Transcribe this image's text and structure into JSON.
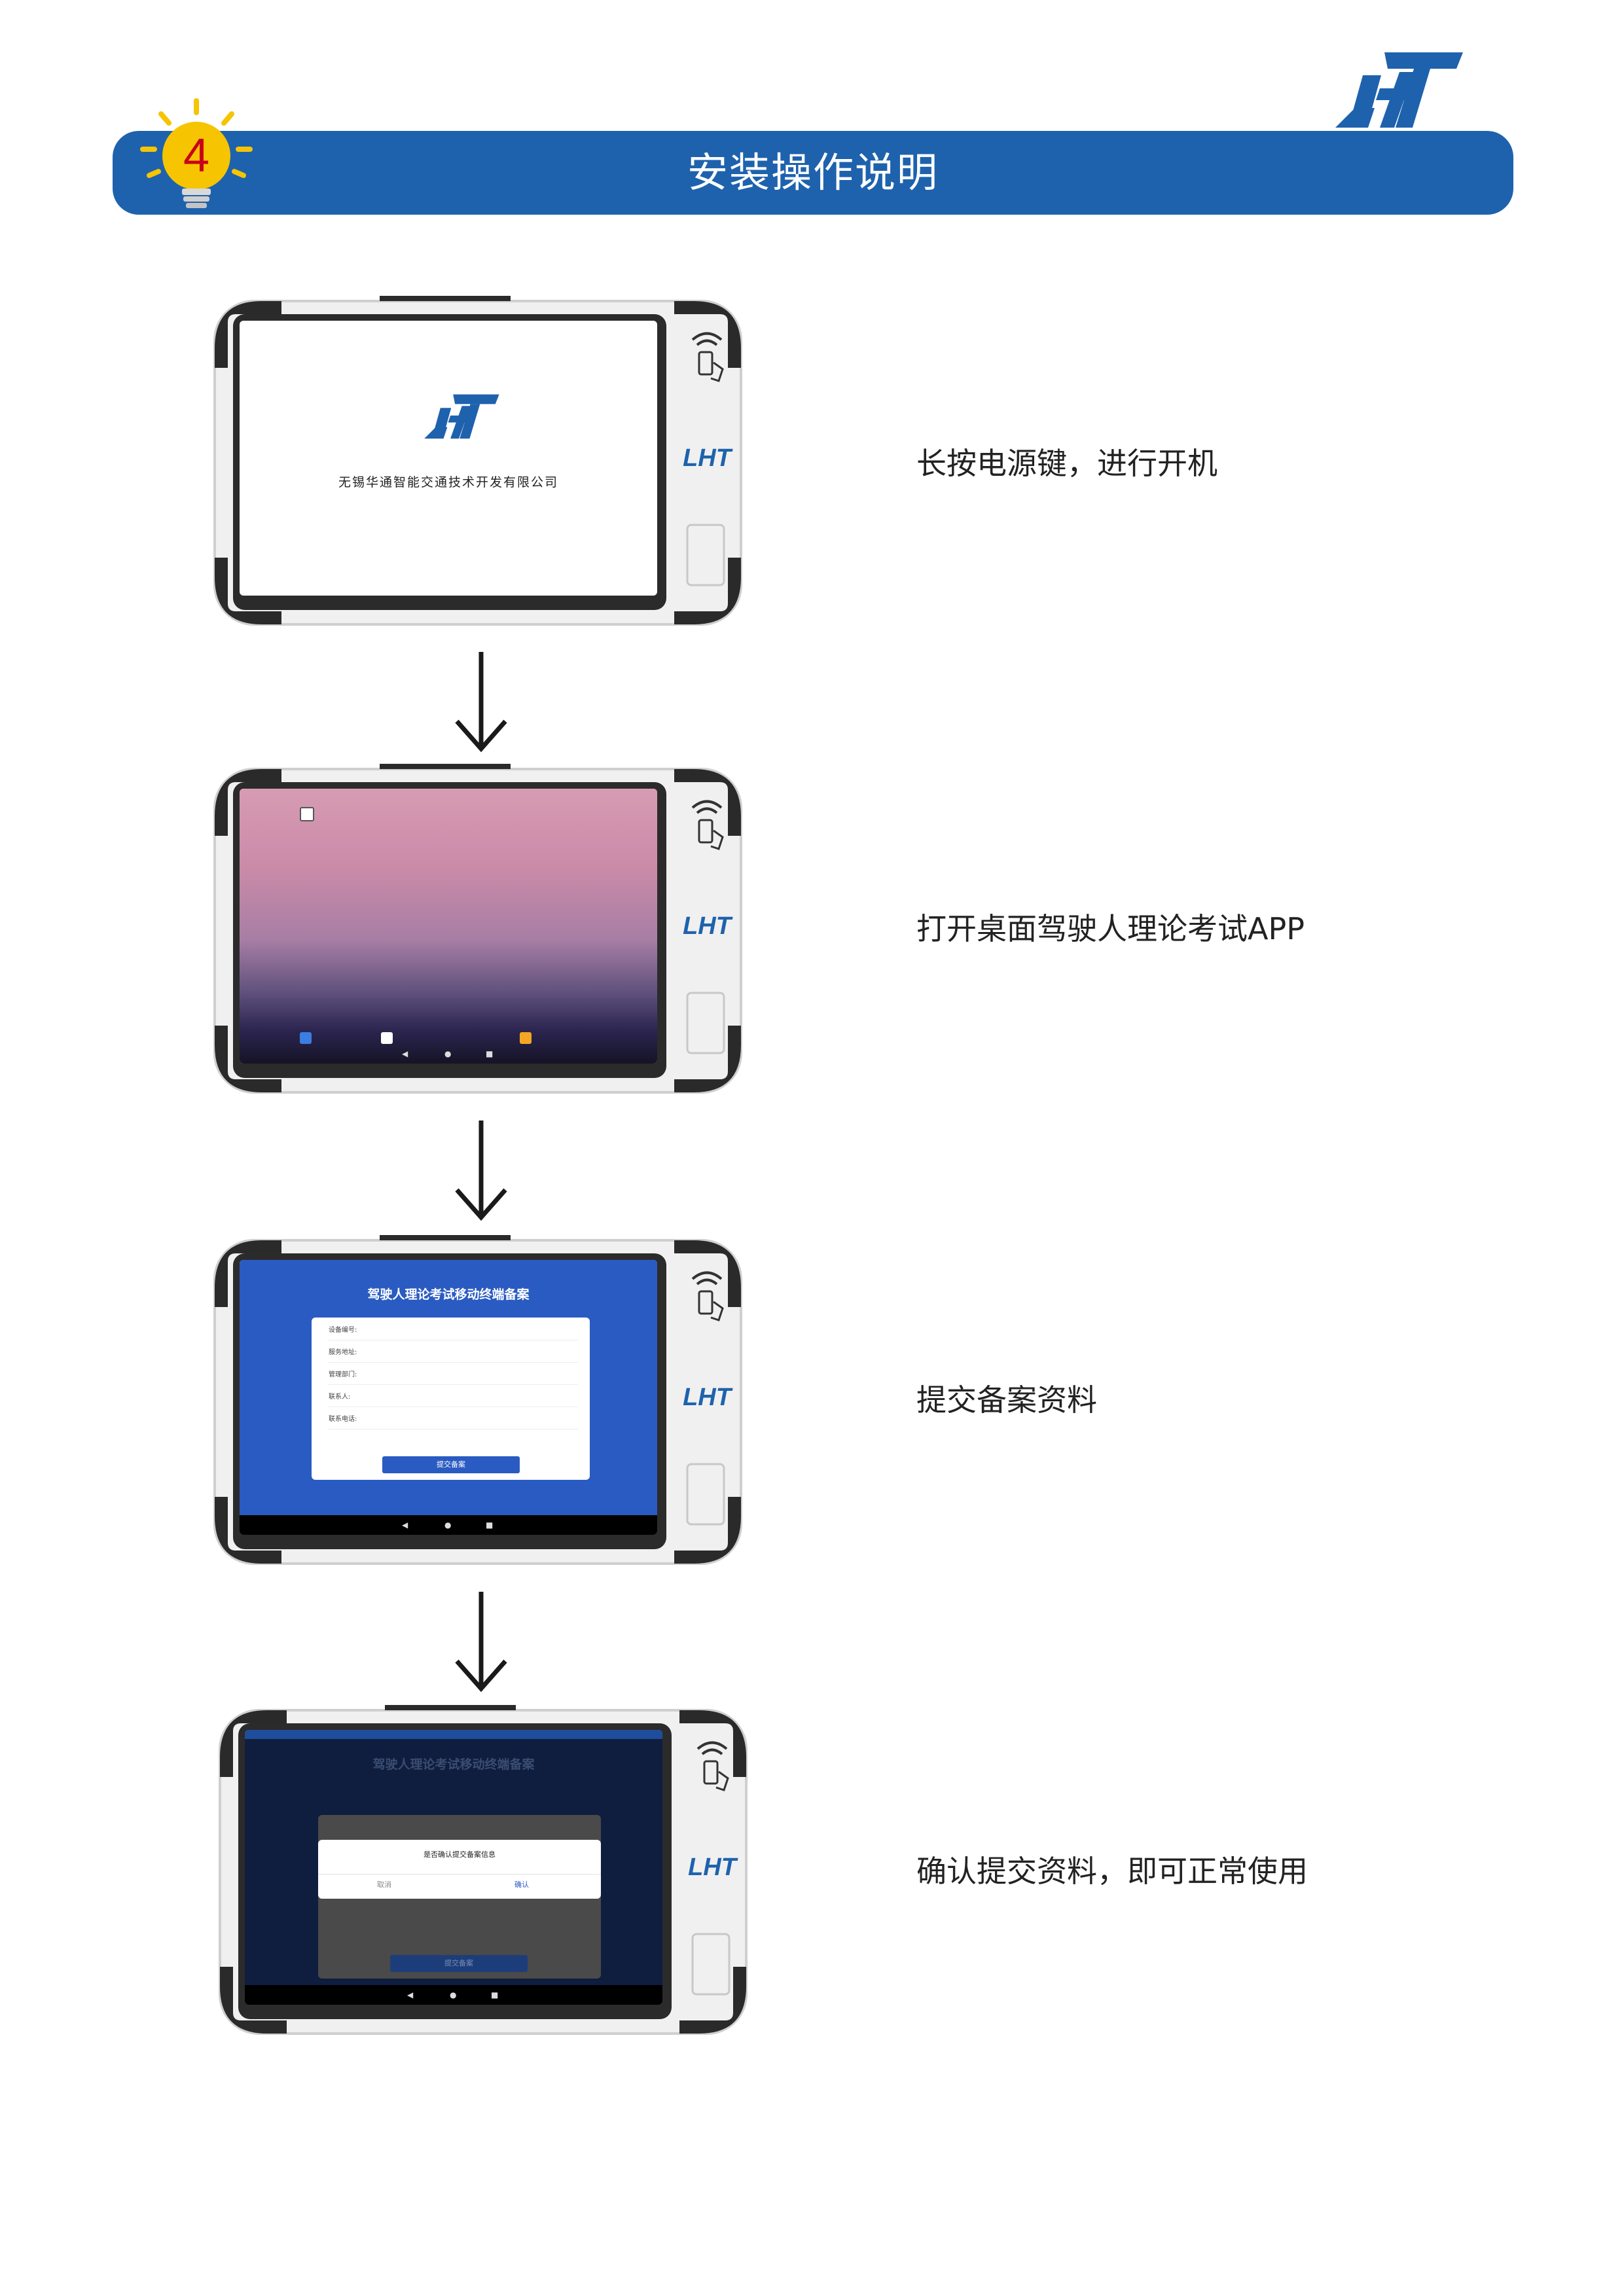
{
  "header": {
    "step_number": "4",
    "title": "安装操作说明",
    "brand_logo_text": "LHT"
  },
  "steps": [
    {
      "caption": "长按电源键，进行开机",
      "screen": {
        "type": "boot",
        "logo_text": "LHT",
        "company": "无锡华通智能交通技术开发有限公司"
      }
    },
    {
      "caption": "打开桌面驾驶人理论考试APP",
      "screen": {
        "type": "desktop"
      }
    },
    {
      "caption": "提交备案资料",
      "screen": {
        "type": "form",
        "title": "驾驶人理论考试移动终端备案",
        "fields": [
          {
            "label": "设备编号:"
          },
          {
            "label": "服务地址:"
          },
          {
            "label": "管理部门:"
          },
          {
            "label": "联系人:"
          },
          {
            "label": "联系电话:"
          }
        ],
        "submit_label": "提交备案"
      }
    },
    {
      "caption": "确认提交资料，即可正常使用",
      "screen": {
        "type": "confirm",
        "title": "驾驶人理论考试移动终端备案",
        "dialog_message": "是否确认提交备案信息",
        "cancel_label": "取消",
        "confirm_label": "确认",
        "submit_label": "提交备案"
      }
    }
  ],
  "colors": {
    "primary": "#1e62ad",
    "form_blue": "#2a5bc2",
    "overlay": "#0f1e3e",
    "bulb": "#f6c400",
    "step_number": "#c9001b"
  },
  "icons": {
    "nfc": "contactless-icon",
    "arrow": "arrow-down-icon",
    "bulb": "lightbulb-icon"
  }
}
